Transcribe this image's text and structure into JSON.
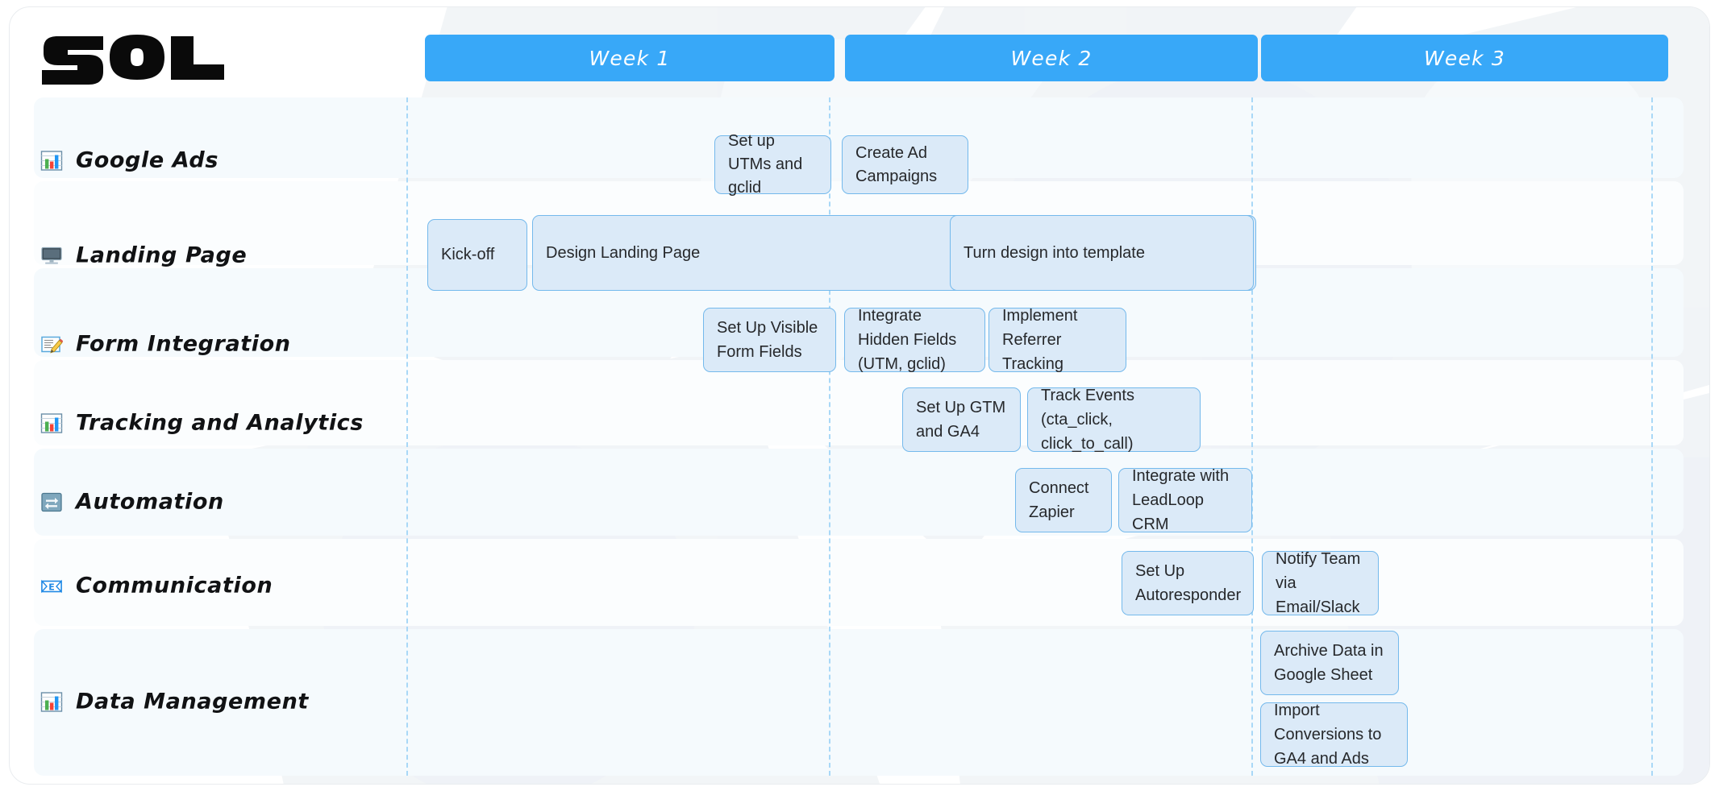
{
  "brand": {
    "logo_text": "SOL"
  },
  "header": {
    "weeks": [
      {
        "label": "Week 1"
      },
      {
        "label": "Week 2"
      },
      {
        "label": "Week 3"
      }
    ]
  },
  "lanes": [
    {
      "label": "Google Ads",
      "icon": "bar-chart-icon"
    },
    {
      "label": "Landing Page",
      "icon": "monitor-icon"
    },
    {
      "label": "Form Integration",
      "icon": "memo-pencil-icon"
    },
    {
      "label": "Tracking and Analytics",
      "icon": "bar-chart-icon"
    },
    {
      "label": "Automation",
      "icon": "arrows-cycle-icon"
    },
    {
      "label": "Communication",
      "icon": "envelope-e-icon"
    },
    {
      "label": "Data Management",
      "icon": "bar-chart-icon"
    }
  ],
  "tasks": [
    {
      "label": "Set up UTMs and gclid",
      "lane": "Google Ads",
      "week": "Week 1"
    },
    {
      "label": "Create Ad Campaigns",
      "lane": "Google Ads",
      "week": "Week 2"
    },
    {
      "label": "Kick-off",
      "lane": "Landing Page",
      "week": "Week 1"
    },
    {
      "label": "Design Landing Page",
      "lane": "Landing Page",
      "week": "Week 1"
    },
    {
      "label": "Turn design into template",
      "lane": "Landing Page",
      "week": "Week 2"
    },
    {
      "label": "Set Up Visible Form Fields",
      "lane": "Form Integration",
      "week": "Week 1"
    },
    {
      "label": "Integrate Hidden Fields (UTM, gclid)",
      "lane": "Form Integration",
      "week": "Week 2"
    },
    {
      "label": "Implement Referrer Tracking",
      "lane": "Form Integration",
      "week": "Week 2"
    },
    {
      "label": "Set Up GTM and GA4",
      "lane": "Tracking and Analytics",
      "week": "Week 2"
    },
    {
      "label": "Track Events (cta_click, click_to_call)",
      "lane": "Tracking and Analytics",
      "week": "Week 2"
    },
    {
      "label": "Connect Zapier",
      "lane": "Automation",
      "week": "Week 2"
    },
    {
      "label": "Integrate with LeadLoop CRM",
      "lane": "Automation",
      "week": "Week 2"
    },
    {
      "label": "Set Up Autoresponder",
      "lane": "Communication",
      "week": "Week 2"
    },
    {
      "label": "Notify Team via Email/Slack",
      "lane": "Communication",
      "week": "Week 3"
    },
    {
      "label": "Archive Data in Google Sheet",
      "lane": "Data Management",
      "week": "Week 3"
    },
    {
      "label": "Import Conversions to GA4 and Ads",
      "lane": "Data Management",
      "week": "Week 3"
    }
  ],
  "colors": {
    "week_header_blue": "#38a8f8",
    "task_fill": "#dbeaf8",
    "task_border": "#74b9ec",
    "column_divider": "#a9d8f7",
    "lane_band": "#f5fafd",
    "page_background": "#ffffff"
  }
}
